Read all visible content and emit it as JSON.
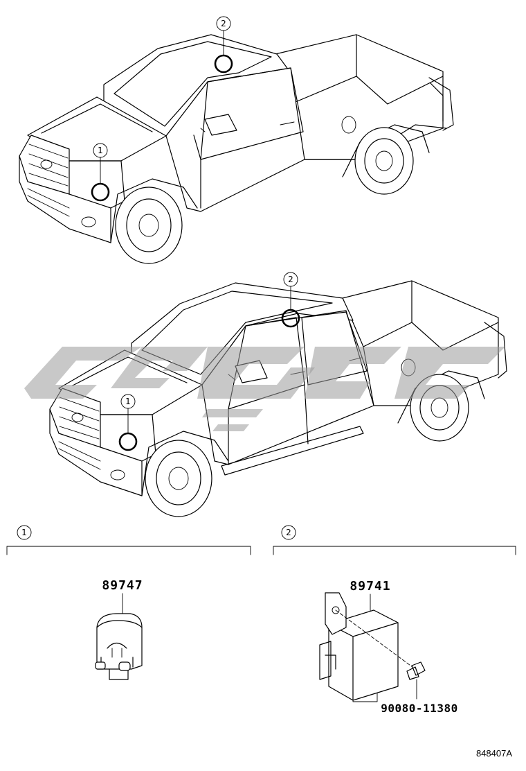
{
  "callouts": {
    "c1": "1",
    "c2": "2"
  },
  "sections": {
    "section1": {
      "number": "1",
      "part_number": "89747"
    },
    "section2": {
      "number": "2",
      "part_number": "89741",
      "bolt_number": "90080-11380"
    }
  },
  "figure_ref": "848407A",
  "colors": {
    "lines": "#000000",
    "watermark": "#9a9a9a",
    "background": "#ffffff"
  }
}
